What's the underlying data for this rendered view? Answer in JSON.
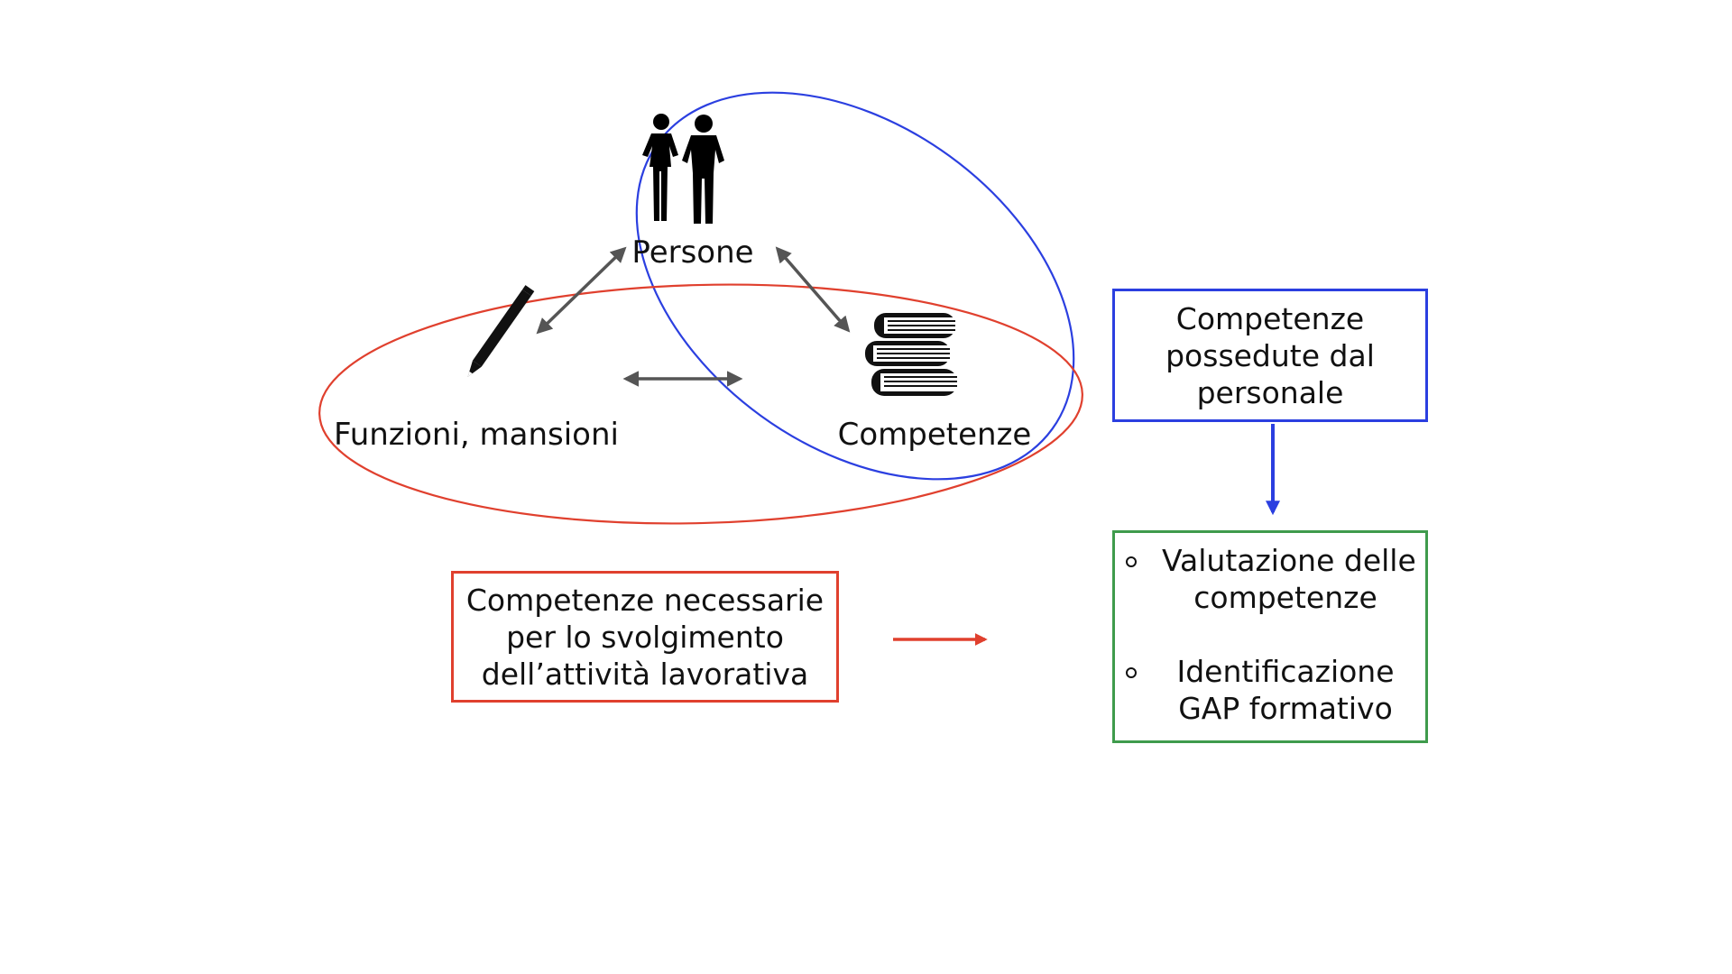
{
  "diagram": {
    "nodes": {
      "persone": "Persone",
      "funzioni": "Funzioni, mansioni",
      "competenze": "Competenze"
    },
    "icons": {
      "persone": "people-icon",
      "funzioni": "pencil-icon",
      "competenze": "books-icon"
    },
    "edges": [
      {
        "from": "persone",
        "to": "funzioni",
        "style": "double-arrow"
      },
      {
        "from": "persone",
        "to": "competenze",
        "style": "double-arrow"
      },
      {
        "from": "funzioni",
        "to": "competenze",
        "style": "double-arrow"
      },
      {
        "from": "box_red",
        "to": "box_green",
        "style": "arrow"
      },
      {
        "from": "box_blue",
        "to": "box_green",
        "style": "arrow"
      }
    ],
    "colors": {
      "blue_ellipse": "#2b3fe0",
      "red_ellipse": "#e0402e",
      "green_box": "#3f9b4c",
      "arrow_gray": "#555555"
    }
  },
  "box_red": {
    "lines": [
      "Competenze necessarie",
      "per lo svolgimento",
      "dell’attività lavorativa"
    ]
  },
  "box_blue": {
    "lines": [
      "Competenze",
      "possedute dal",
      "personale"
    ]
  },
  "box_green": {
    "items": [
      {
        "lines": [
          "Valutazione delle",
          "competenze"
        ]
      },
      {
        "lines": [
          "Identificazione",
          "GAP formativo"
        ]
      }
    ]
  }
}
